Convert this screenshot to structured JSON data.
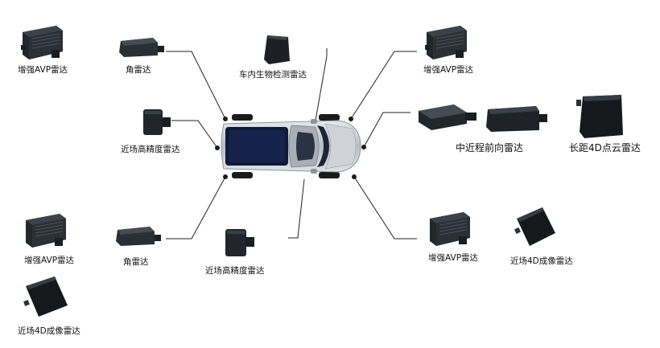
{
  "labels": {
    "avp_top_left": "增强AVP雷达",
    "corner_top": "角雷达",
    "in_cabin": "车内生物检测雷达",
    "avp_top_right": "增强AVP雷达",
    "near_hd_left": "近场高精度雷达",
    "mid_range_front": "中近程前向雷达",
    "long_range_4d": "长距4D点云雷达",
    "avp_bottom_left": "增强AVP雷达",
    "corner_bottom": "角雷达",
    "near_hd_bottom": "近场高精度雷达",
    "avp_bottom_right": "增强AVP雷达",
    "near_4d_bottom_right": "近场4D成像雷达",
    "near_4d_bottom_left": "近场4D成像雷达"
  },
  "colors": {
    "device_dark": "#1f2327",
    "device_mid": "#3a4046",
    "car_body": "#c9ced3",
    "car_glass": "#0f1a3a",
    "line": "#222222"
  }
}
